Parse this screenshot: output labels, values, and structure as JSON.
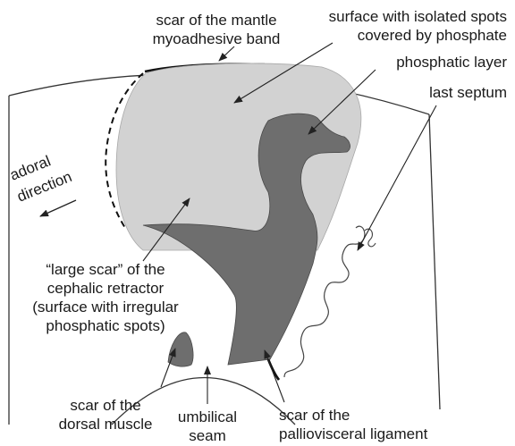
{
  "labels": {
    "mantle_scar_1": "scar of the mantle",
    "mantle_scar_2": "myoadhesive band",
    "isolated_spots_1": "surface with isolated spots",
    "isolated_spots_2": "covered by phosphate",
    "phosphatic_layer": "phosphatic layer",
    "last_septum": "last septum",
    "adoral_1": "adoral",
    "adoral_2": "direction",
    "large_scar_1": "“large scar” of the",
    "large_scar_2": "cephalic retractor",
    "large_scar_3": "(surface with irregular",
    "large_scar_4": "phosphatic spots)",
    "dorsal_1": "scar of the",
    "dorsal_2": "dorsal muscle",
    "umbilical_1": "umbilical",
    "umbilical_2": "seam",
    "pallio_1": "scar of the",
    "pallio_2": "palliovisceral ligament"
  },
  "colors": {
    "light_fill": "#d2d2d2",
    "dark_fill": "#6e6e6e",
    "outline": "#333333"
  }
}
